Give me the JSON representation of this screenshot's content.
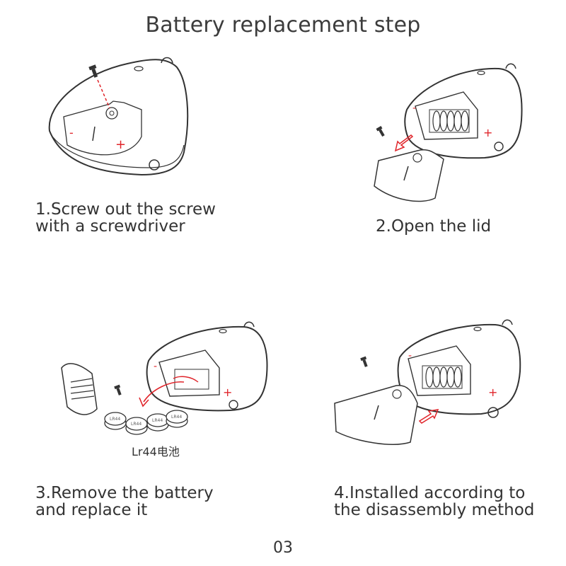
{
  "title": "Battery replacement step",
  "steps": [
    {
      "line1": "1.Screw out the screw",
      "line2": "with a screwdriver"
    },
    {
      "line1": "2.Open the lid",
      "line2": ""
    },
    {
      "line1": "3.Remove the battery",
      "line2": "and replace it"
    },
    {
      "line1": "4.Installed according to",
      "line2": "the disassembly method"
    }
  ],
  "battery_label": "Lr44电池",
  "battery_cell_text": "LR44",
  "page_number": "03",
  "colors": {
    "line": "#333333",
    "accent": "#e0242a"
  },
  "icons": [
    "device-illustration",
    "screw-icon",
    "arrow-icon",
    "battery-icon"
  ]
}
